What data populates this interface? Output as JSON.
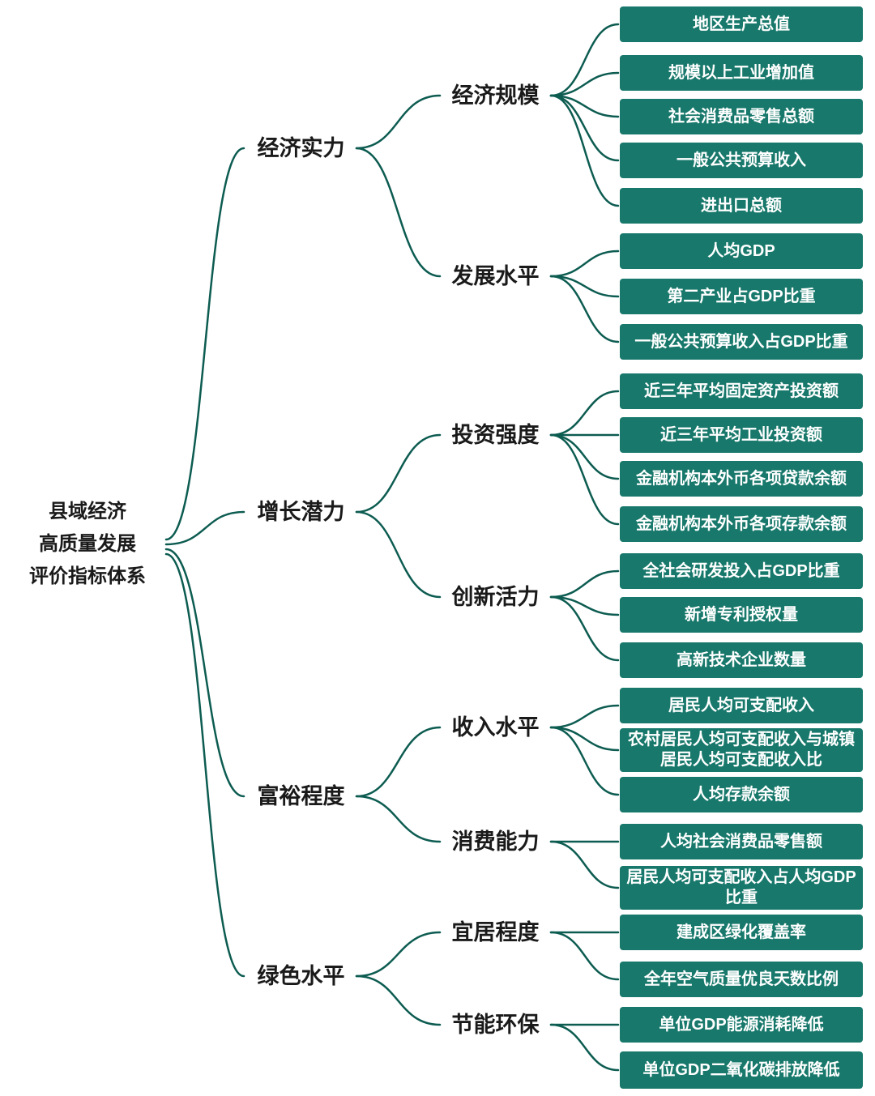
{
  "title": "县域经济高质量发展评价指标体系",
  "colors": {
    "box_bg": "#17786b",
    "box_text": "#ffffff",
    "line": "#0d5c51",
    "label": "#1a1a1a"
  },
  "root": {
    "lines": [
      "县域经济",
      "高质量发展",
      "评价指标体系"
    ]
  },
  "branches": [
    {
      "label": "经济实力",
      "children": [
        {
          "label": "经济规模",
          "leaves": [
            "地区生产总值",
            "规模以上工业增加值",
            "社会消费品零售总额",
            "一般公共预算收入",
            "进出口总额"
          ]
        },
        {
          "label": "发展水平",
          "leaves": [
            "人均GDP",
            "第二产业占GDP比重",
            "一般公共预算收入占GDP比重"
          ]
        }
      ]
    },
    {
      "label": "增长潜力",
      "children": [
        {
          "label": "投资强度",
          "leaves": [
            "近三年平均固定资产投资额",
            "近三年平均工业投资额",
            "金融机构本外币各项贷款余额",
            "金融机构本外币各项存款余额"
          ]
        },
        {
          "label": "创新活力",
          "leaves": [
            "全社会研发投入占GDP比重",
            "新增专利授权量",
            "高新技术企业数量"
          ]
        }
      ]
    },
    {
      "label": "富裕程度",
      "children": [
        {
          "label": "收入水平",
          "leaves": [
            "居民人均可支配收入",
            "农村居民人均可支配收入与城镇居民人均可支配收入比",
            "人均存款余额"
          ]
        },
        {
          "label": "消费能力",
          "leaves": [
            "人均社会消费品零售额",
            "居民人均可支配收入占人均GDP比重"
          ]
        }
      ]
    },
    {
      "label": "绿色水平",
      "children": [
        {
          "label": "宜居程度",
          "leaves": [
            "建成区绿化覆盖率",
            "全年空气质量优良天数比例"
          ]
        },
        {
          "label": "节能环保",
          "leaves": [
            "单位GDP能源消耗降低",
            "单位GDP二氧化碳排放降低"
          ]
        }
      ]
    }
  ]
}
